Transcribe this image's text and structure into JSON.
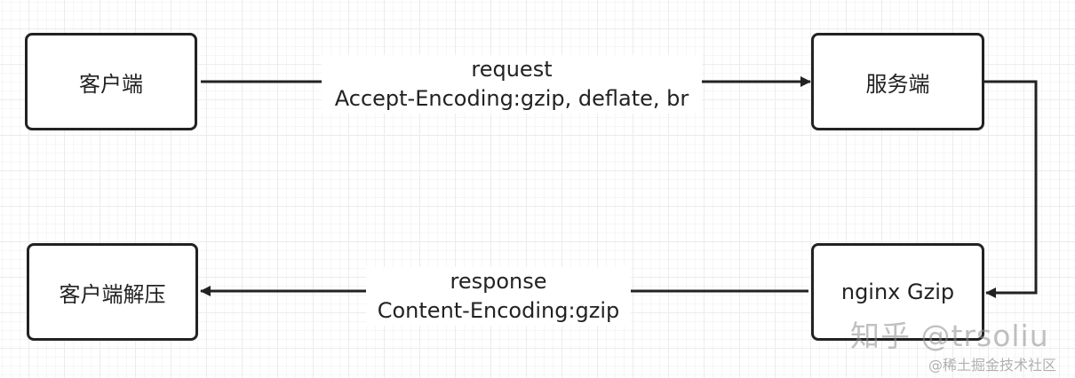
{
  "nodes": {
    "client": "客户端",
    "server": "服务端",
    "client_decompress": "客户端解压",
    "nginx": "nginx Gzip"
  },
  "edges": {
    "request": {
      "line1": "request",
      "line2": "Accept-Encoding:gzip, deflate, br"
    },
    "response": {
      "line1": "response",
      "line2": "Content-Encoding:gzip"
    }
  },
  "watermarks": {
    "zhihu": "知乎 @trsoliu",
    "juejin": "@稀土掘金技术社区"
  }
}
